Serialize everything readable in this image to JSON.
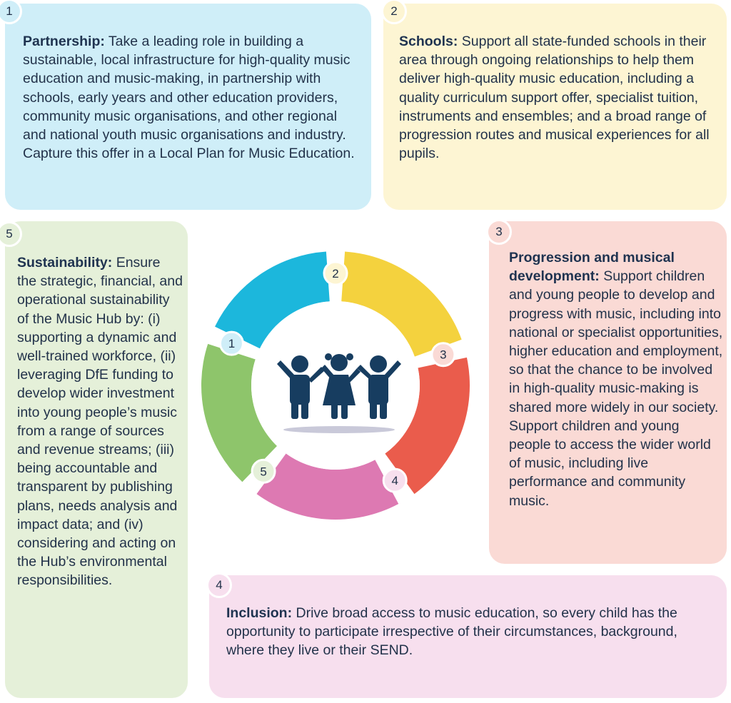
{
  "boxes": {
    "partnership": {
      "number": "1",
      "heading": "Partnership:",
      "body": " Take a leading role in building a sustainable, local infrastructure for high-quality music education and music-making, in partnership with schools, early years and other education providers, community music organisations, and other regional and national youth music organisations and industry. Capture this offer in a Local Plan for Music Education."
    },
    "schools": {
      "number": "2",
      "heading": "Schools:",
      "body": " Support all state-funded schools in their area through ongoing relationships to help them deliver high-quality music education, including a quality curriculum support offer, specialist tuition, instruments and ensembles; and a broad range of progression routes and musical experiences for all pupils."
    },
    "progression": {
      "number": "3",
      "heading": "Progression and musical development:",
      "body": " Support children and young people to develop and progress with music, including into national or specialist opportunities, higher education and employment, so that the chance to be involved in high-quality music-making is shared more widely in our society. Support children and young people to access the wider world of music, including live performance and community music."
    },
    "inclusion": {
      "number": "4",
      "heading": "Inclusion:",
      "body": " Drive broad access to music education, so every child has the opportunity to participate irrespective of their circumstances, background, where they live or their SEND."
    },
    "sustainability": {
      "number": "5",
      "heading": "Sustainability:",
      "body": " Ensure the strategic, financial, and operational sustainability of the Music Hub by: (i) supporting a dynamic and well-trained workforce, (ii) leveraging DfE funding to develop wider investment into young people’s music from a range of sources and revenue streams; (iii) being accountable and transparent by publishing plans, needs analysis and impact data; and (iv) considering and acting on the Hub’s environmental responsibilities."
    }
  },
  "ring": {
    "segments": [
      {
        "number": "1",
        "color": "#1cb7dc",
        "badge_color": "#cfeef8"
      },
      {
        "number": "2",
        "color": "#f4d23e",
        "badge_color": "#fdf5d3"
      },
      {
        "number": "3",
        "color": "#ea5c4c",
        "badge_color": "#fadad5"
      },
      {
        "number": "4",
        "color": "#dd79b2",
        "badge_color": "#f7dfee"
      },
      {
        "number": "5",
        "color": "#8ec56b",
        "badge_color": "#e5f0d9"
      }
    ],
    "center_icon": "three-children-holding-hands-icon",
    "icon_color": "#173d60"
  }
}
